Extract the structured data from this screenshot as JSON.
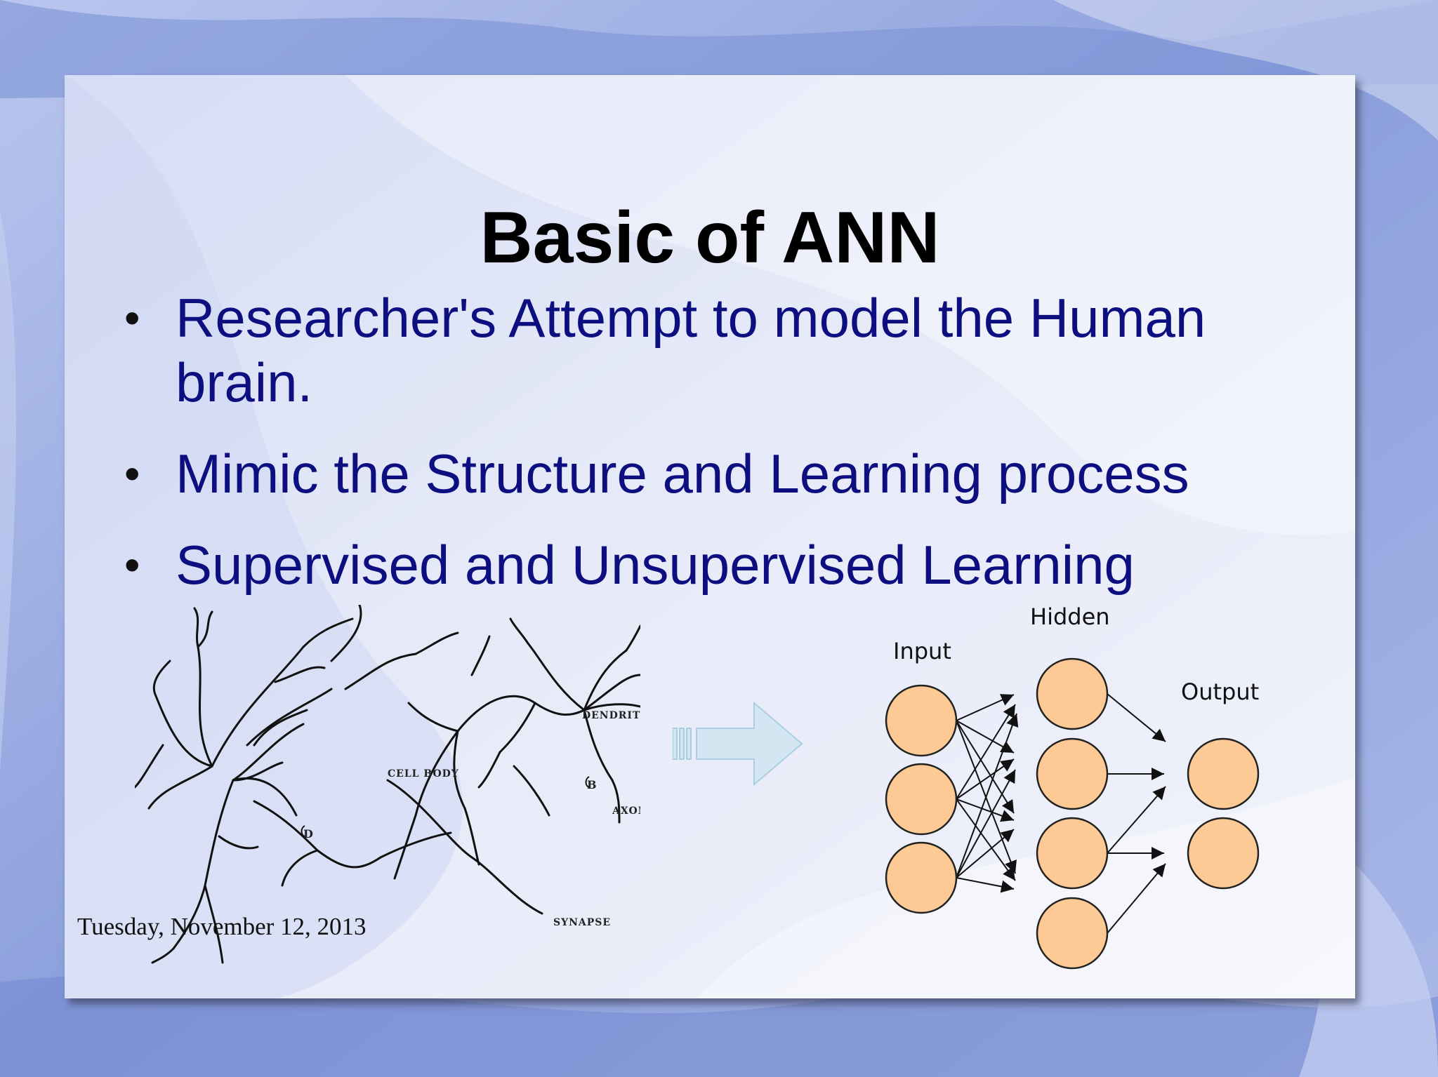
{
  "slide": {
    "title": "Basic of ANN",
    "bullets": [
      {
        "text": "Researcher's Attempt to model the Human brain."
      },
      {
        "text": "Mimic the Structure and Learning process"
      },
      {
        "text": "Supervised and Unsupervised Learning"
      }
    ],
    "bullet_glyph": "•",
    "date": "Tuesday, November 12, 2013"
  },
  "neuron_figure": {
    "labels": {
      "dendrites": "DENDRITES",
      "cell_body": "CELL BODY",
      "axon": "AXON",
      "synapse": "SYNAPSE",
      "d": "D",
      "b": "B"
    }
  },
  "network_figure": {
    "labels": {
      "input": "Input",
      "hidden": "Hidden",
      "output": "Output"
    },
    "layers": {
      "input": 3,
      "hidden": 4,
      "output": 2
    },
    "node_color": "#fdc995"
  },
  "colors": {
    "bullet_text": "#0d0e80",
    "title_text": "#000000",
    "background": "#8fa2dc"
  }
}
